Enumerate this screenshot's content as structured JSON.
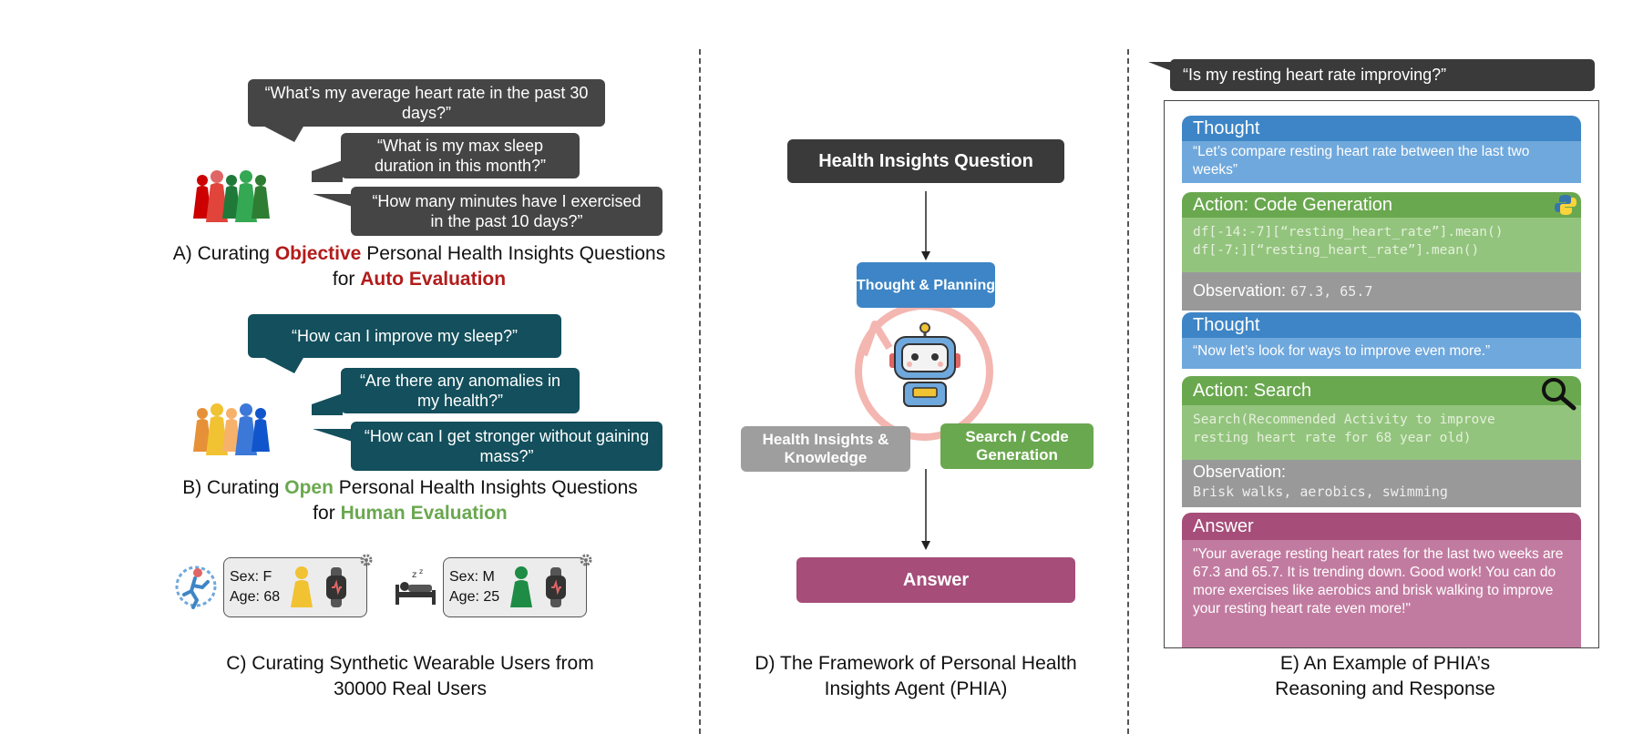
{
  "panel_a": {
    "bubbles": [
      "“What’s my average heart rate in the past 30 days?”",
      "“What is my max sleep duration in this month?”",
      "“How many minutes have I exercised in the past 10 days?”"
    ],
    "caption_prefix": "A) Curating ",
    "caption_emph1": "Objective",
    "caption_mid": " Personal Health Insights Questions",
    "caption_line2_prefix": "for ",
    "caption_emph2": "Auto Evaluation",
    "colors": {
      "emphasis": "#b31b1b",
      "bubble": "#454545"
    }
  },
  "panel_b": {
    "bubbles": [
      "“How can I improve my sleep?”",
      "“Are there any anomalies in my health?”",
      "“How can I get stronger without gaining mass?”"
    ],
    "caption_prefix": "B) Curating ",
    "caption_emph1": "Open",
    "caption_mid": " Personal Health Insights Questions",
    "caption_line2_prefix": "for ",
    "caption_emph2": "Human Evaluation",
    "colors": {
      "emphasis": "#6aa84f",
      "bubble": "#134f5c"
    }
  },
  "panel_c": {
    "users": [
      {
        "sex": "Sex: F",
        "age": "Age: 68",
        "pawn_color": "#f1c232",
        "scene_icon": "exercise-icon"
      },
      {
        "sex": "Sex: M",
        "age": "Age: 25",
        "pawn_color": "#1e8c45",
        "scene_icon": "sleeping-icon"
      }
    ],
    "caption_line1": "C) Curating Synthetic Wearable Users from",
    "caption_line2": "30000 Real Users"
  },
  "panel_d": {
    "question": "Health Insights Question",
    "thought": "Thought & Planning",
    "knowledge": "Health Insights & Knowledge",
    "search": "Search / Code Generation",
    "answer": "Answer",
    "caption_line1": "D) The Framework of Personal Health",
    "caption_line2": "Insights Agent (PHIA)",
    "colors": {
      "question": "#3a3a3a",
      "thought": "#3d85c6",
      "knowledge": "#9e9e9e",
      "search": "#6aa84f",
      "answer": "#a64d79",
      "cycle": "#f4b6b0"
    }
  },
  "panel_e": {
    "query": "“Is my resting heart rate improving?”",
    "thought1_head": "Thought",
    "thought1_body": "“Let’s compare resting heart rate between the last two weeks”",
    "code_head": "Action: Code Generation",
    "code_line1": "df[-14:-7][“resting_heart_rate”].mean()",
    "code_line2": "df[-7:][“resting_heart_rate”].mean()",
    "obs1_label": "Observation:",
    "obs1_value": "67.3, 65.7",
    "thought2_head": "Thought",
    "thought2_body": "“Now let’s look for ways to improve even more.”",
    "search_head": "Action: Search",
    "search_line1": "Search(Recommended Activity to improve",
    "search_line2": "resting heart rate for 68 year old)",
    "obs2_label": "Observation:",
    "obs2_value": "Brisk walks, aerobics, swimming",
    "answer_head": "Answer",
    "answer_body": "\"Your average resting heart rates for the last two weeks are 67.3 and 65.7. It is trending down. Good work! You can do more exercises like aerobics and brisk walking to improve your resting heart rate even more!\"",
    "caption_line1": "E) An Example of PHIA’s",
    "caption_line2": "Reasoning and Response",
    "colors": {
      "thought": "#3d85c6",
      "action": "#6aa84f",
      "observation": "#999999",
      "answer": "#a64d79"
    }
  }
}
